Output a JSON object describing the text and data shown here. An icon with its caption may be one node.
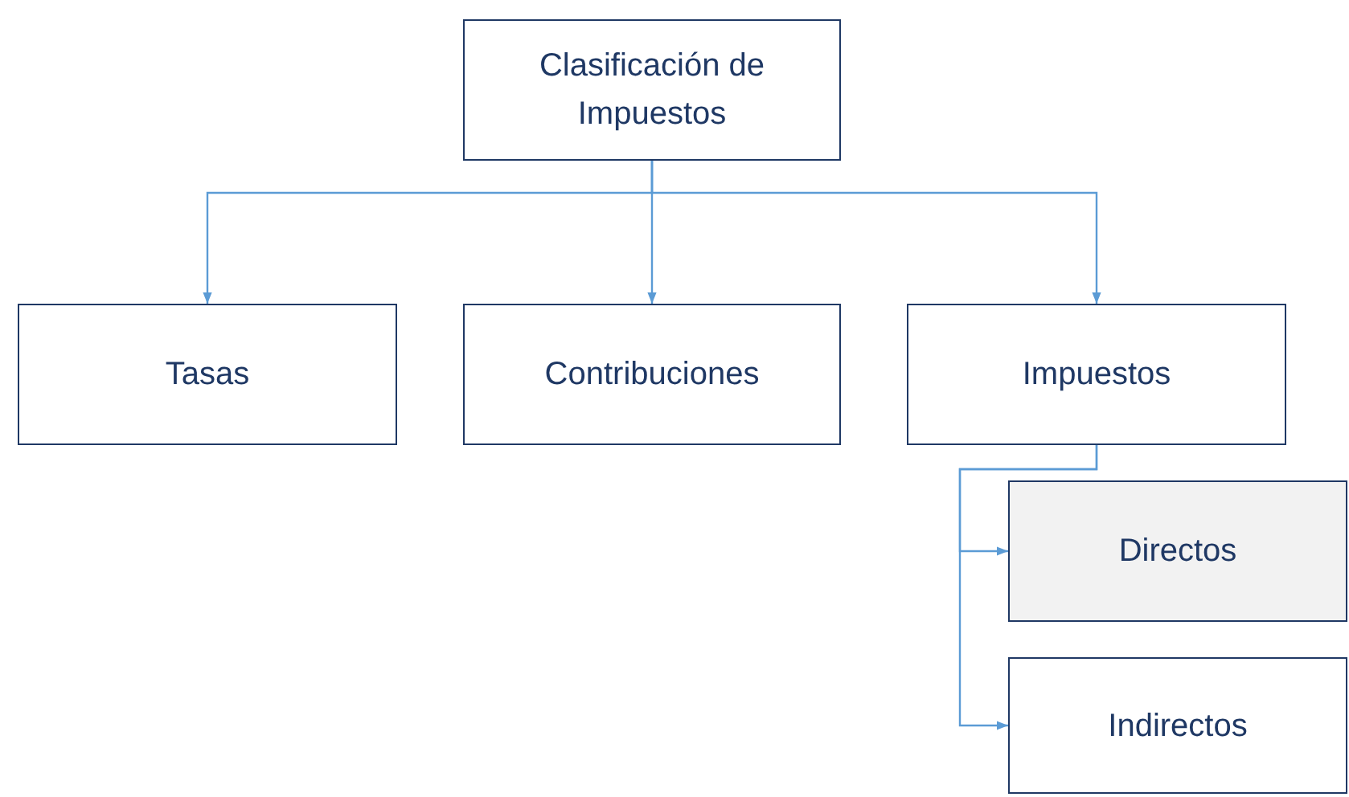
{
  "diagram": {
    "nodes": [
      {
        "text": [
          "Clasificación de Impuestos"
        ]
      },
      {
        "text": [
          "Tasas"
        ]
      },
      {
        "text": [
          "Contribuciones"
        ]
      },
      {
        "text": [
          "Impuestos"
        ]
      },
      {
        "text": [
          "Directos"
        ]
      },
      {
        "text": [
          "Indirectos"
        ]
      }
    ],
    "edges": [
      {
        "from": 0,
        "to": 1,
        "arrow": "to"
      },
      {
        "from": 0,
        "to": 2,
        "arrow": "to"
      },
      {
        "from": 0,
        "to": 3,
        "arrow": "to"
      },
      {
        "from": 3,
        "to": 4,
        "arrow": "to"
      },
      {
        "from": 3,
        "to": 5,
        "arrow": "to"
      }
    ]
  }
}
